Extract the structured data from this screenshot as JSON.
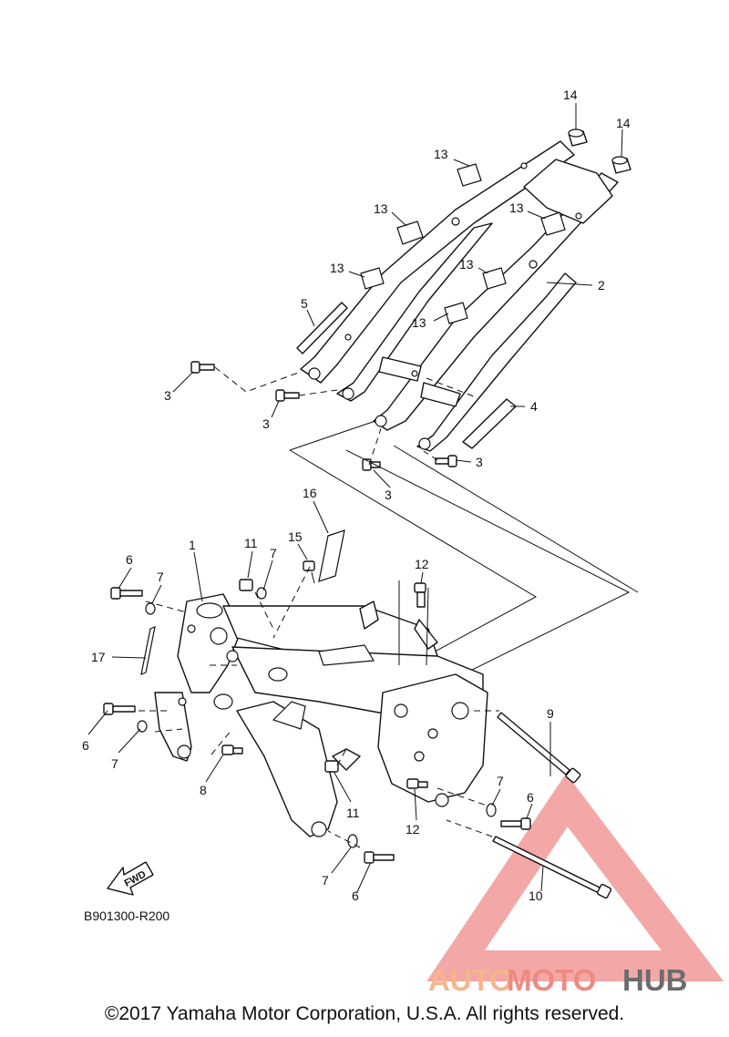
{
  "diagram_code": "B901300-R200",
  "fwd_label": "FWD",
  "copyright": "©2017 Yamaha Motor Corporation, U.S.A. All rights reserved.",
  "watermark": {
    "auto": "AUTO",
    "moto": "MOTO",
    "hub": "HUB",
    "triangle_color": "#e53b3b"
  },
  "callouts": [
    "14",
    "14",
    "13",
    "13",
    "13",
    "13",
    "13",
    "13",
    "2",
    "5",
    "3",
    "3",
    "4",
    "3",
    "3",
    "16",
    "1",
    "11",
    "7",
    "15",
    "12",
    "6",
    "7",
    "17",
    "6",
    "7",
    "8",
    "9",
    "11",
    "7",
    "12",
    "6",
    "7",
    "6",
    "10"
  ]
}
